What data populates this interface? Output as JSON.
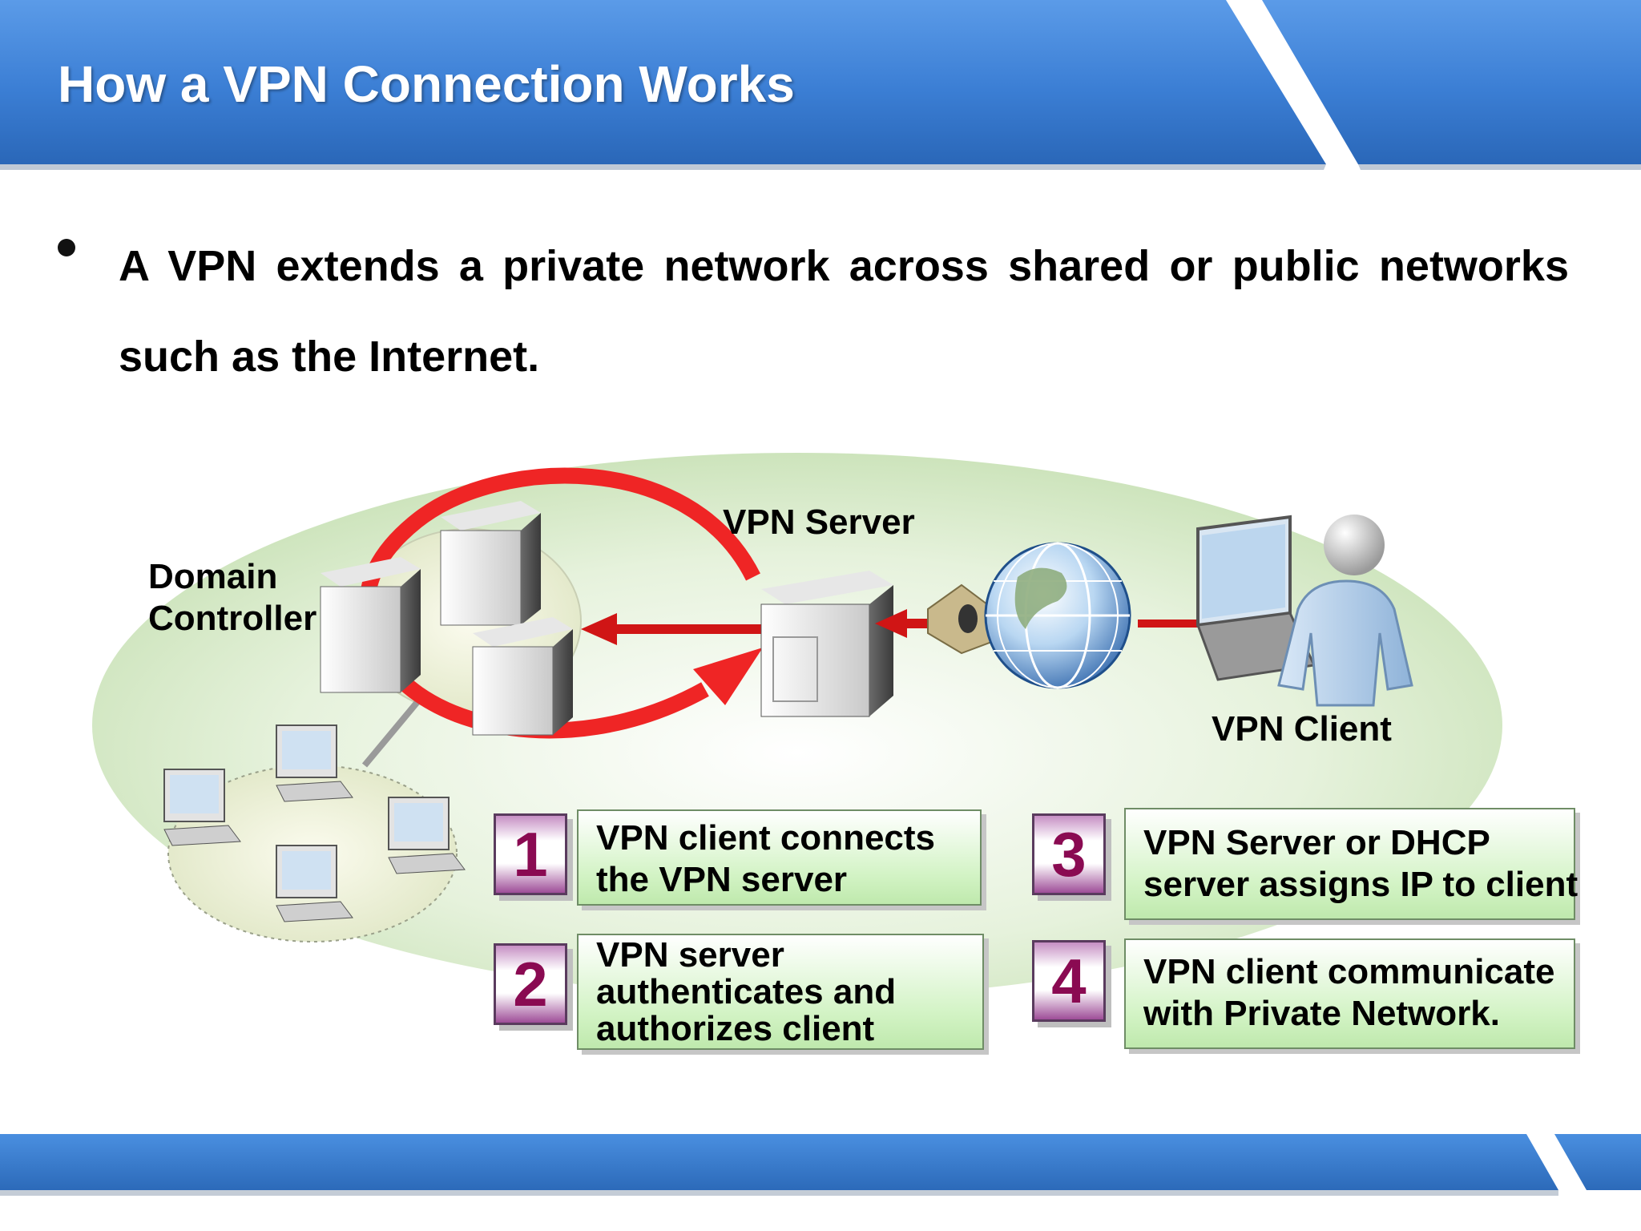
{
  "slide": {
    "title": "How a VPN Connection Works",
    "bullet": {
      "line1": "A VPN extends a private network across shared or public networks",
      "line2": "such as the Internet."
    }
  },
  "diagram": {
    "labels": {
      "domain_controller_1": "Domain",
      "domain_controller_2": "Controller",
      "vpn_server": "VPN Server",
      "vpn_client": "VPN Client"
    },
    "steps": [
      {
        "number": "1",
        "lines": [
          "VPN client connects",
          "the VPN server"
        ]
      },
      {
        "number": "2",
        "lines": [
          "VPN server",
          "authenticates and",
          "authorizes client"
        ]
      },
      {
        "number": "3",
        "lines": [
          "VPN Server or DHCP",
          "server assigns IP to client"
        ]
      },
      {
        "number": "4",
        "lines": [
          "VPN client communicate",
          "with Private Network."
        ]
      }
    ]
  },
  "colors": {
    "banner": "#3a7fd6",
    "arrow_red": "#e02020",
    "network_ellipse": "#cfe6bf",
    "step_number_text": "#8a0a52",
    "step_box_fill": "#c9efb8"
  }
}
